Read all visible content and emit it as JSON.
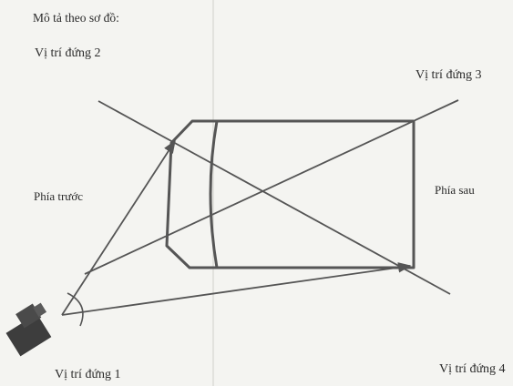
{
  "heading": "Mô tả theo sơ đồ:",
  "positions": {
    "pos1": "Vị trí đứng 1",
    "pos2": "Vị trí đứng 2",
    "pos3": "Vị trí đứng 3",
    "pos4": "Vị trí đứng 4"
  },
  "sides": {
    "front": "Phía trước",
    "back": "Phía sau"
  },
  "colors": {
    "background": "#f4f4f1",
    "line": "#555555",
    "vehicle": "#555555",
    "camera": "#3d3d3d"
  }
}
